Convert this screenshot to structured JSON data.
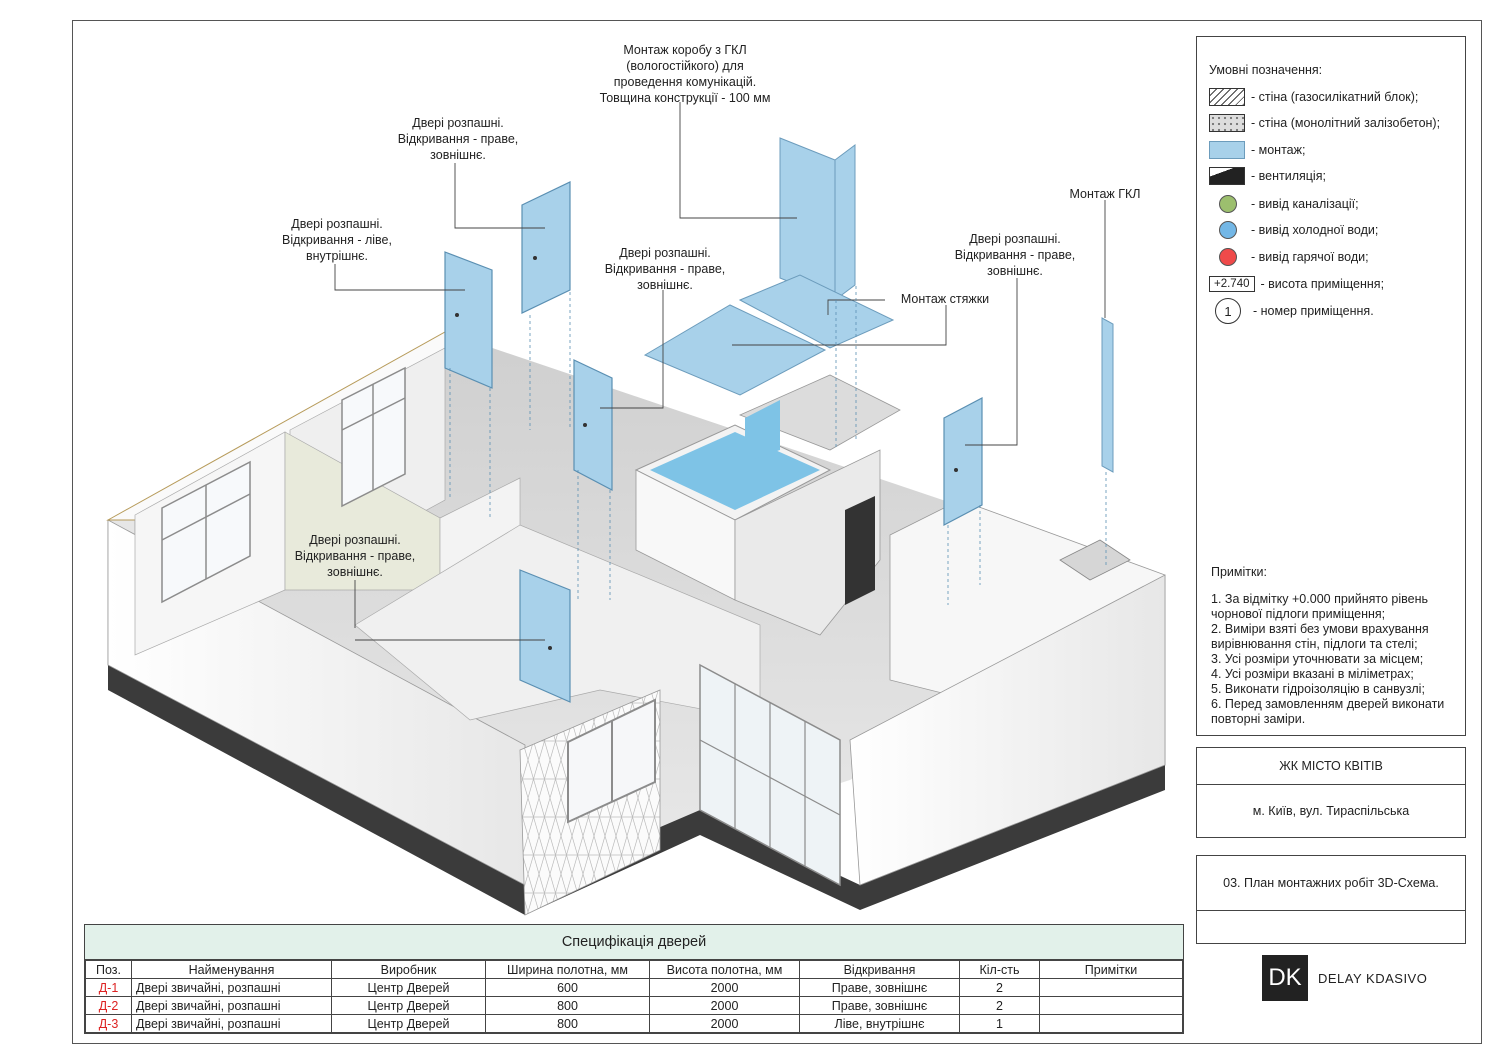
{
  "callouts": {
    "gkl_box": "Монтаж коробу з ГКЛ\n(вологостійкого) для\nпроведення комунікацій.\nТовщина конструкції - 100 мм",
    "door_top": "Двері розпашні.\nВідкривання - праве,\nзовнішнє.",
    "door_left": "Двері розпашні.\nВідкривання - ліве,\nвнутрішнє.",
    "door_mid": "Двері розпашні.\nВідкривання - праве,\nзовнішнє.",
    "door_right": "Двері розпашні.\nВідкривання - праве,\nзовнішнє.",
    "door_bottom": "Двері розпашні.\nВідкривання - праве,\nзовнішнє.",
    "screed": "Монтаж стяжки",
    "gkl": "Монтаж ГКЛ"
  },
  "legend": {
    "title": "Умовні позначення:",
    "items": [
      {
        "label": "- стіна (газосилікатний блок);"
      },
      {
        "label": "- стіна (монолітний залізобетон);"
      },
      {
        "label": "- монтаж;"
      },
      {
        "label": "- вентиляція;"
      },
      {
        "label": "- вивід каналізації;",
        "color": "#9cbf6e"
      },
      {
        "label": "- вивід холодної води;",
        "color": "#73b7e6"
      },
      {
        "label": "- вивід гарячої води;",
        "color": "#ef4a4a"
      },
      {
        "label": "- висота приміщення;",
        "mark": "+2.740"
      },
      {
        "label": "- номер приміщення.",
        "mark": "1"
      }
    ]
  },
  "notes": {
    "title": "Примітки:",
    "items": [
      "1. За відмітку +0.000 прийнято рівень чорнової підлоги приміщення;",
      "2. Виміри взяті без умови врахування вирівнювання стін, підлоги та стелі;",
      "3. Усі розміри уточнювати за місцем;",
      "4. Усі розміри вказані в міліметрах;",
      "5. Виконати гідроізоляцію в санвузлі;",
      "6. Перед замовленням дверей виконати повторні заміри."
    ]
  },
  "title_block": {
    "project": "ЖК МІСТО КВІТІВ",
    "address": "м. Київ, вул. Тираспільська",
    "sheet": "03. План монтажних робіт 3D-Схема.",
    "logo_mark": "DK",
    "logo_name": "DELAY KDASIVO"
  },
  "spec": {
    "title": "Специфікація дверей",
    "headers": [
      "Поз.",
      "Найменування",
      "Виробник",
      "Ширина полотна, мм",
      "Висота полотна, мм",
      "Відкривання",
      "Кіл-сть",
      "Примітки"
    ],
    "rows": [
      [
        "Д-1",
        "Двері звичайні, розпашні",
        "Центр Дверей",
        "600",
        "2000",
        "Праве, зовнішнє",
        "2",
        ""
      ],
      [
        "Д-2",
        "Двері звичайні, розпашні",
        "Центр Дверей",
        "800",
        "2000",
        "Праве, зовнішнє",
        "2",
        ""
      ],
      [
        "Д-3",
        "Двері звичайні, розпашні",
        "Центр Дверей",
        "800",
        "2000",
        "Ліве, внутрішнє",
        "1",
        ""
      ]
    ]
  },
  "colors": {
    "mount": "#a8d1ea",
    "mount_edge": "#6c9cbc",
    "wall": "#f4f4f4",
    "wall_shade": "#d9d9d9",
    "base": "#3b3b3b",
    "pos_red": "#d22222"
  }
}
